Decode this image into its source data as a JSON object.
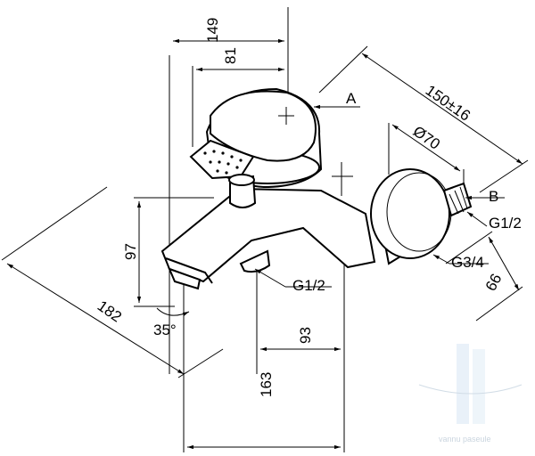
{
  "dimensions": {
    "d149": "149",
    "d81": "81",
    "d150": "150±16",
    "d70": "Ø70",
    "d97": "97",
    "d182": "182",
    "d35": "35°",
    "d93": "93",
    "d163": "163",
    "d66": "66"
  },
  "callouts": {
    "a": "A",
    "b": "B",
    "g12_right": "G1/2",
    "g34": "G3/4",
    "g12_bottom": "G1/2"
  },
  "watermark": {
    "text": "vannu paseule"
  }
}
